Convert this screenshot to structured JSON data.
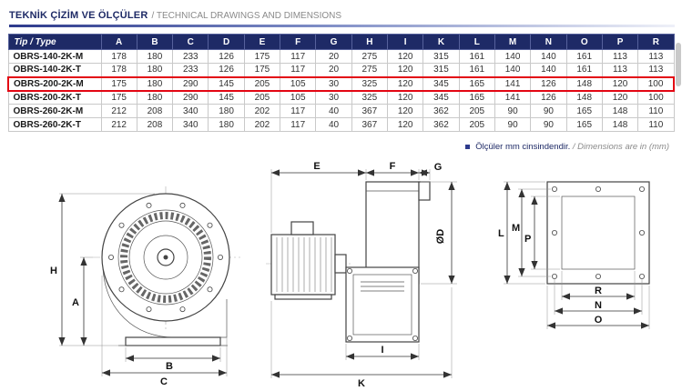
{
  "header": {
    "title_tr": "TEKNİK ÇİZİM VE ÖLÇÜLER",
    "title_en": "/ TECHNICAL DRAWINGS AND DIMENSIONS"
  },
  "table": {
    "type_header": "Tip / Type",
    "columns": [
      "A",
      "B",
      "C",
      "D",
      "E",
      "F",
      "G",
      "H",
      "I",
      "K",
      "L",
      "M",
      "N",
      "O",
      "P",
      "R"
    ],
    "rows": [
      {
        "type": "OBRS-140-2K-M",
        "highlighted": false,
        "values": [
          178,
          180,
          233,
          126,
          175,
          117,
          20,
          275,
          120,
          315,
          161,
          140,
          140,
          161,
          113,
          113
        ]
      },
      {
        "type": "OBRS-140-2K-T",
        "highlighted": false,
        "values": [
          178,
          180,
          233,
          126,
          175,
          117,
          20,
          275,
          120,
          315,
          161,
          140,
          140,
          161,
          113,
          113
        ]
      },
      {
        "type": "OBRS-200-2K-M",
        "highlighted": true,
        "values": [
          175,
          180,
          290,
          145,
          205,
          105,
          30,
          325,
          120,
          345,
          165,
          141,
          126,
          148,
          120,
          100
        ]
      },
      {
        "type": "OBRS-200-2K-T",
        "highlighted": false,
        "values": [
          175,
          180,
          290,
          145,
          205,
          105,
          30,
          325,
          120,
          345,
          165,
          141,
          126,
          148,
          120,
          100
        ]
      },
      {
        "type": "OBRS-260-2K-M",
        "highlighted": false,
        "values": [
          212,
          208,
          340,
          180,
          202,
          117,
          40,
          367,
          120,
          362,
          205,
          90,
          90,
          165,
          148,
          110
        ]
      },
      {
        "type": "OBRS-260-2K-T",
        "highlighted": false,
        "values": [
          212,
          208,
          340,
          180,
          202,
          117,
          40,
          367,
          120,
          362,
          205,
          90,
          90,
          165,
          148,
          110
        ]
      }
    ]
  },
  "note": {
    "tr": "Ölçüler mm cinsindendir.",
    "en": "/ Dimensions are in (mm)"
  },
  "diagrams": {
    "side_view": {
      "h": "H",
      "a": "A",
      "b": "B",
      "c": "C"
    },
    "front_view": {
      "e": "E",
      "f": "F",
      "g": "G",
      "d": "ØD",
      "i": "I",
      "k": "K"
    },
    "flange_view": {
      "l": "L",
      "m": "M",
      "p": "P",
      "r": "R",
      "n": "N",
      "o": "O"
    }
  },
  "colors": {
    "navy": "#1e2a66",
    "highlight_red": "#e30613"
  }
}
